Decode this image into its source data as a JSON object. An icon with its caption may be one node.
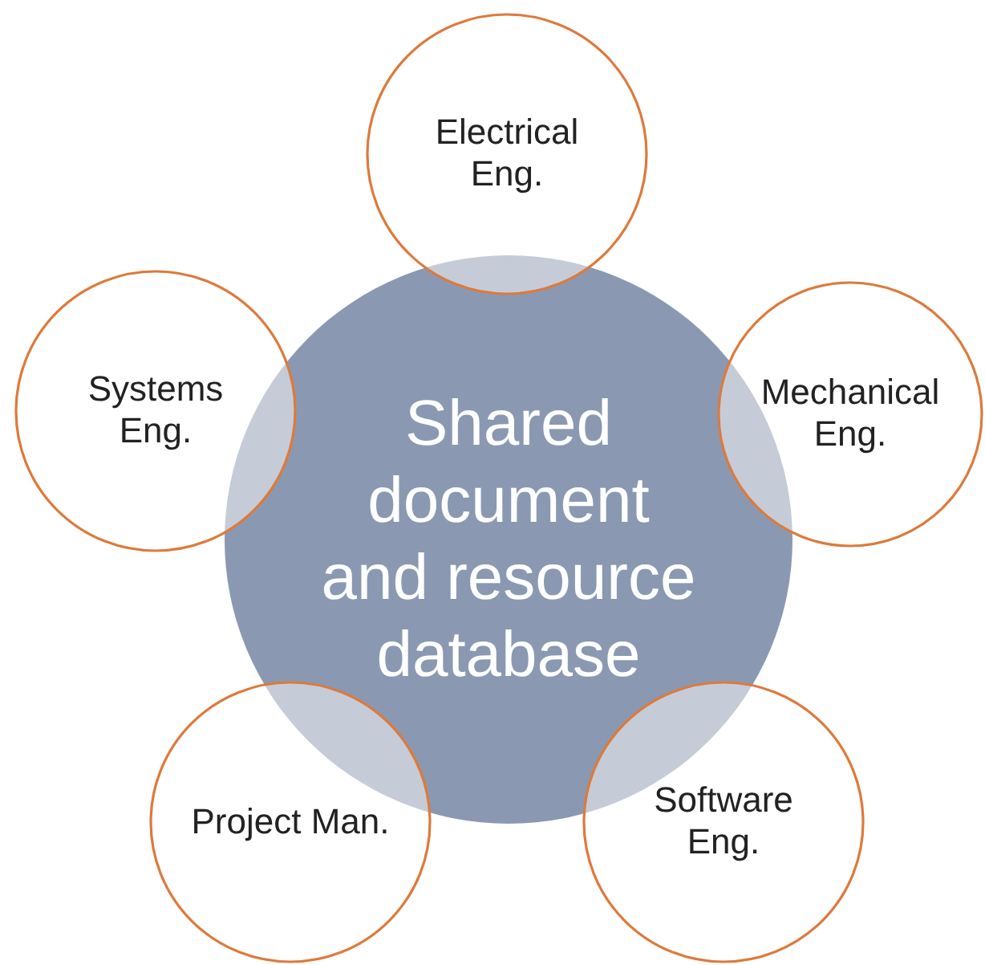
{
  "diagram": {
    "nodes": [
      {
        "text": [
          "Shared document and resource database"
        ]
      },
      {
        "text": [
          "Electrical Eng."
        ]
      },
      {
        "text": [
          "Systems Eng."
        ]
      },
      {
        "text": [
          "Mechanical Eng."
        ]
      },
      {
        "text": [
          "Project Man."
        ]
      },
      {
        "text": [
          "Software Eng."
        ]
      }
    ]
  }
}
